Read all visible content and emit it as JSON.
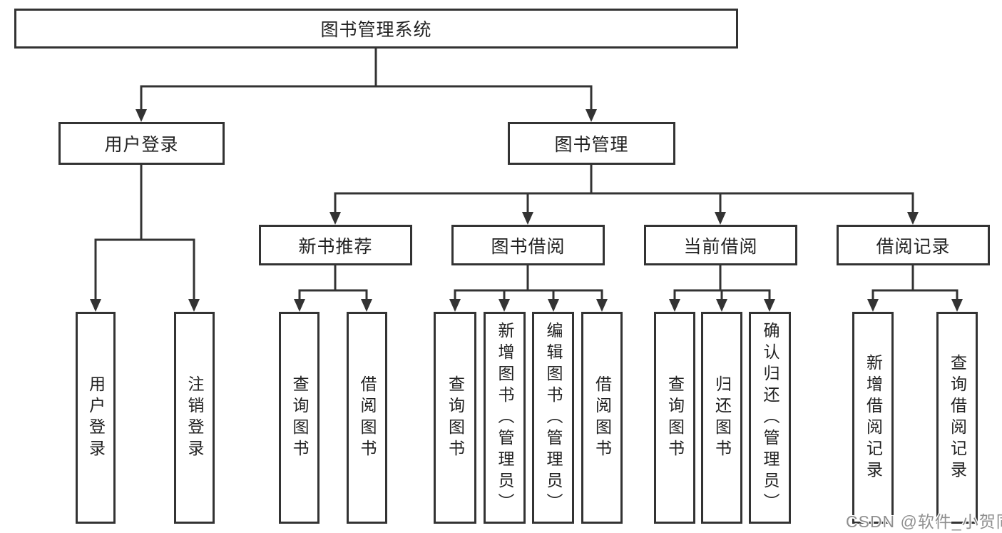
{
  "title": "图书管理系统",
  "tree": {
    "root": {
      "label": "图书管理系统"
    },
    "user_login": {
      "label": "用户登录",
      "children": [
        {
          "label": "用户登录"
        },
        {
          "label": "注销登录"
        }
      ]
    },
    "book_management": {
      "label": "图书管理",
      "sections": {
        "new_book_recommend": {
          "label": "新书推荐",
          "children": [
            {
              "label": "查询图书"
            },
            {
              "label": "借阅图书"
            }
          ]
        },
        "book_borrow": {
          "label": "图书借阅",
          "children": [
            {
              "label": "查询图书"
            },
            {
              "label": "新增图书（管理员）"
            },
            {
              "label": "编辑图书（管理员）"
            },
            {
              "label": "借阅图书"
            }
          ]
        },
        "current_borrow": {
          "label": "当前借阅",
          "children": [
            {
              "label": "查询图书"
            },
            {
              "label": "归还图书"
            },
            {
              "label": "确认归还（管理员）"
            }
          ]
        },
        "borrow_records": {
          "label": "借阅记录",
          "children": [
            {
              "label": "新增借阅记录"
            },
            {
              "label": "查询借阅记录"
            }
          ]
        }
      }
    }
  },
  "watermark": {
    "text": "CSDN @软件_小贺同学"
  },
  "colors": {
    "line": "#333333",
    "box_border": "#333333",
    "text": "#222222",
    "watermark_text": "#8f8f8f",
    "background": "#ffffff"
  }
}
